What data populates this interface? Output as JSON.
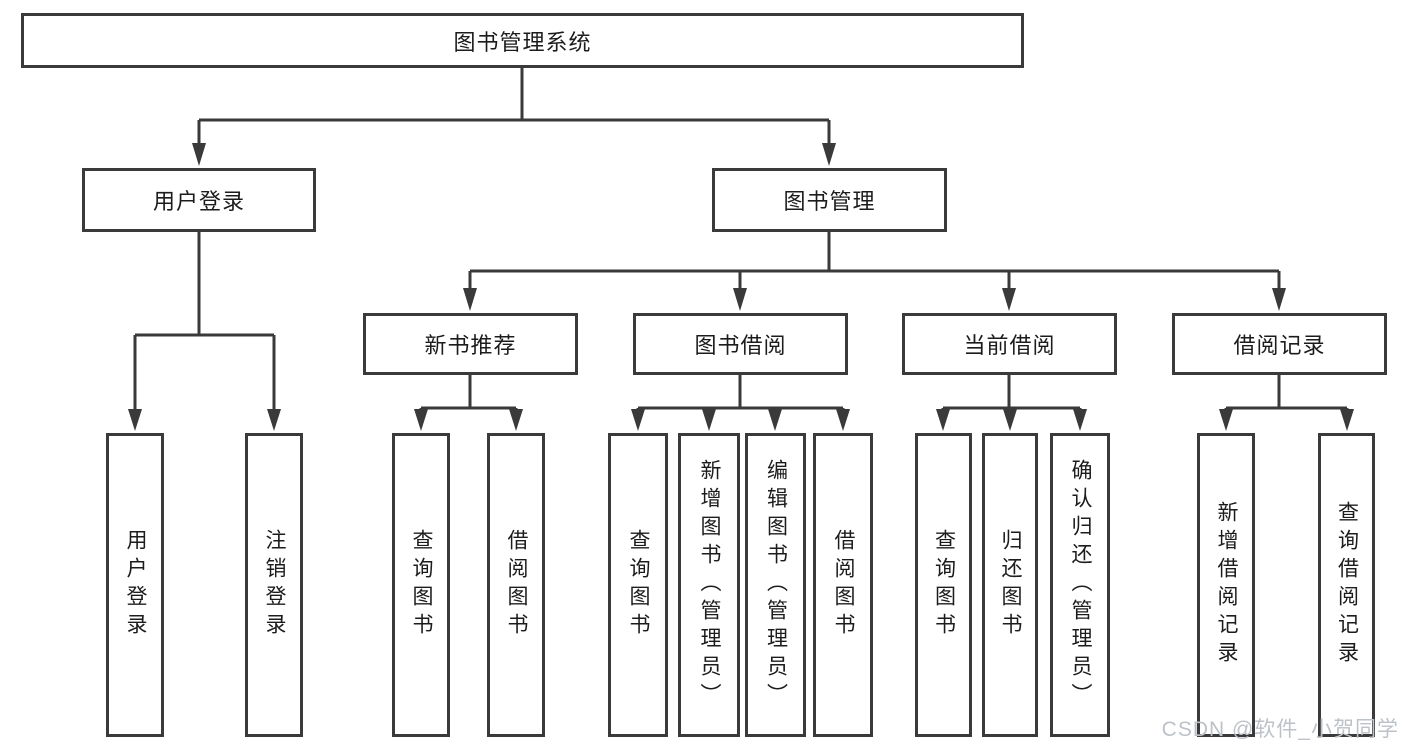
{
  "diagram": {
    "root": "图书管理系统",
    "level2": [
      {
        "label": "用户登录"
      },
      {
        "label": "图书管理"
      }
    ],
    "level3": [
      {
        "label": "新书推荐"
      },
      {
        "label": "图书借阅"
      },
      {
        "label": "当前借阅"
      },
      {
        "label": "借阅记录"
      }
    ],
    "leaves": {
      "user_login": [
        "用户登录",
        "注销登录"
      ],
      "new_books": [
        "查询图书",
        "借阅图书"
      ],
      "book_borrow": [
        "查询图书",
        "新增图书（管理员）",
        "编辑图书（管理员）",
        "借阅图书"
      ],
      "current_borrow": [
        "查询图书",
        "归还图书",
        "确认归还（管理员）"
      ],
      "borrow_records": [
        "新增借阅记录",
        "查询借阅记录"
      ]
    }
  },
  "watermark": "CSDN @软件_小贺同学",
  "colors": {
    "line": "#3a3a3a",
    "text": "#1c1c1c",
    "watermark": "#bdc2c8",
    "background": "#ffffff"
  }
}
